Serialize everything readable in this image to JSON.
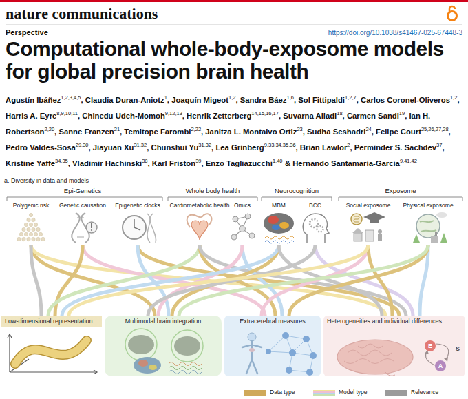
{
  "diagram": {
    "title": "Computational whole-body-exposome models for global precision brain health",
    "nodes": [
      {
        "text": [
          "Low-dimensional representation"
        ]
      },
      {
        "text": [
          "Multimodal brain integration"
        ]
      },
      {
        "text": [
          "Extracerebral measures"
        ]
      },
      {
        "text": [
          "Heterogeneities and individual differences"
        ]
      }
    ],
    "labels": [
      "nature communications",
      "Perspective",
      "https://doi.org/10.1038/s41467-025-67448-3",
      "Agustín Ibáñez",
      "1,2,3,4,5",
      ", Claudia Duran-Aniotz",
      "1",
      ", Joaquín Migeot",
      "1,2",
      ", Sandra Báez",
      "1,6",
      ", Sol Fittipaldi",
      "1,2,7",
      ", Carlos Coronel-Oliveros",
      "1,2",
      ", Harris A. Eyre",
      "8,9,10,11",
      ", Chinedu Udeh-Momoh",
      "9,12,13",
      ", Henrik Zetterberg",
      "14,15,16,17",
      ", Suvarna Alladi",
      "18",
      ", Carmen Sandi",
      "19",
      ", Ian H. Robertson",
      "2,20",
      ", Sanne Franzen",
      "21",
      ", Temitope Farombi",
      "2,22",
      ", Janitza L. Montalvo Ortiz",
      "23",
      ", Sudha Seshadri",
      "24",
      ", Felipe Court",
      "25,26,27,28",
      ", Pedro Valdes-Sosa",
      "29,30",
      ", Jiayuan Xu",
      "31,32",
      ", Chunshui Yu",
      "31,32",
      ", Lea Grinberg",
      "9,33,34,35,36",
      ", Brian Lawlor",
      "2",
      ", Perminder S. Sachdev",
      "37",
      ", Kristine Yaffe",
      "34,35",
      ", Vladimir Hachinski",
      "38",
      ", Karl Friston",
      "39",
      ", Enzo Tagliazucchi",
      "1,40",
      "& Hernando Santamaría-García",
      "9,41,42",
      "a. Diversity in data and models",
      "Epi-Genetics",
      "Whole body health",
      "Neurocognition",
      "Exposome",
      "Polygenic risk",
      "Genetic causation",
      "Epigenetic clocks",
      "Cardiometabolic health",
      "Omics",
      "MBM",
      "BCC",
      "Social exposome",
      "Physical exposome",
      "E",
      "S",
      "A"
    ],
    "legend": [
      {
        "text": "Data type",
        "color": "#cfa95a"
      },
      {
        "text": "Model type"
      },
      {
        "text": "Relevance",
        "color": "#9b9b9b"
      }
    ]
  }
}
